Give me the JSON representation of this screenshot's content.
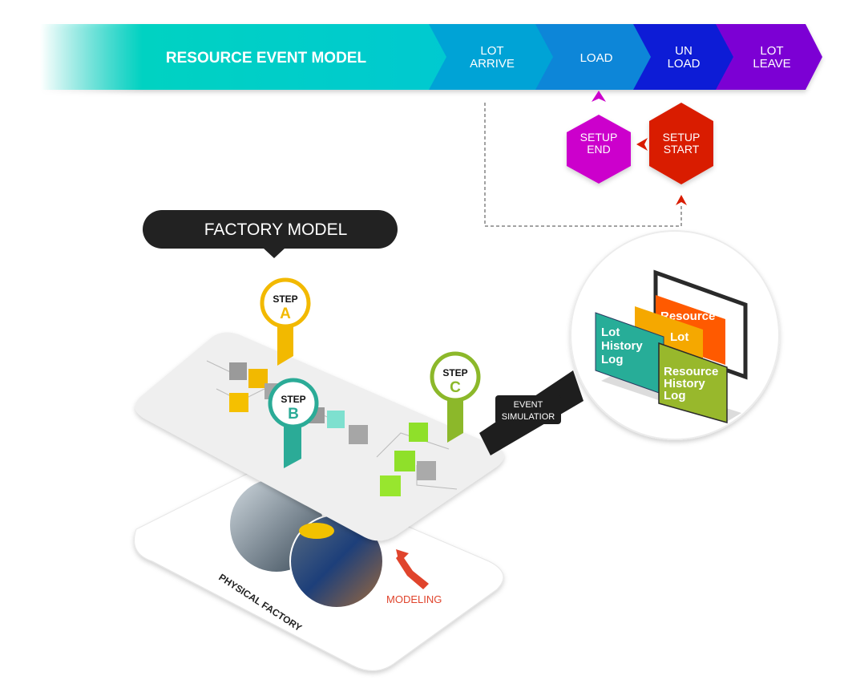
{
  "ribbon": {
    "title": "RESOURCE EVENT MODEL",
    "steps": [
      {
        "line1": "LOT",
        "line2": "ARRIVE",
        "color": "#00a3d6"
      },
      {
        "line1": "LOAD",
        "line2": "",
        "color": "#0a86d8"
      },
      {
        "line1": "UN",
        "line2": "LOAD",
        "color": "#0a1fd6"
      },
      {
        "line1": "LOT",
        "line2": "LEAVE",
        "color": "#7c06d4"
      }
    ]
  },
  "setup": {
    "end": {
      "line1": "SETUP",
      "line2": "END",
      "color": "#cc00cc"
    },
    "start": {
      "line1": "SETUP",
      "line2": "START",
      "color": "#d91c00"
    }
  },
  "factory_model": {
    "label": "FACTORY MODEL"
  },
  "steps": [
    {
      "label": "STEP",
      "letter": "A",
      "color": "#f2b900"
    },
    {
      "label": "STEP",
      "letter": "B",
      "color": "#2bab97"
    },
    {
      "label": "STEP",
      "letter": "C",
      "color": "#8cb82a"
    }
  ],
  "event_simulation": {
    "line1": "EVENT",
    "line2": "SIMULATIOR"
  },
  "screens": {
    "resource": "Resource",
    "lot": "Lot",
    "lot_history_log": [
      "Lot",
      "History",
      "Log"
    ],
    "resource_history_log": [
      "Resource",
      "History",
      "Log"
    ]
  },
  "physical_factory": "PHYSICAL FACTORY",
  "modeling": "MODELING"
}
